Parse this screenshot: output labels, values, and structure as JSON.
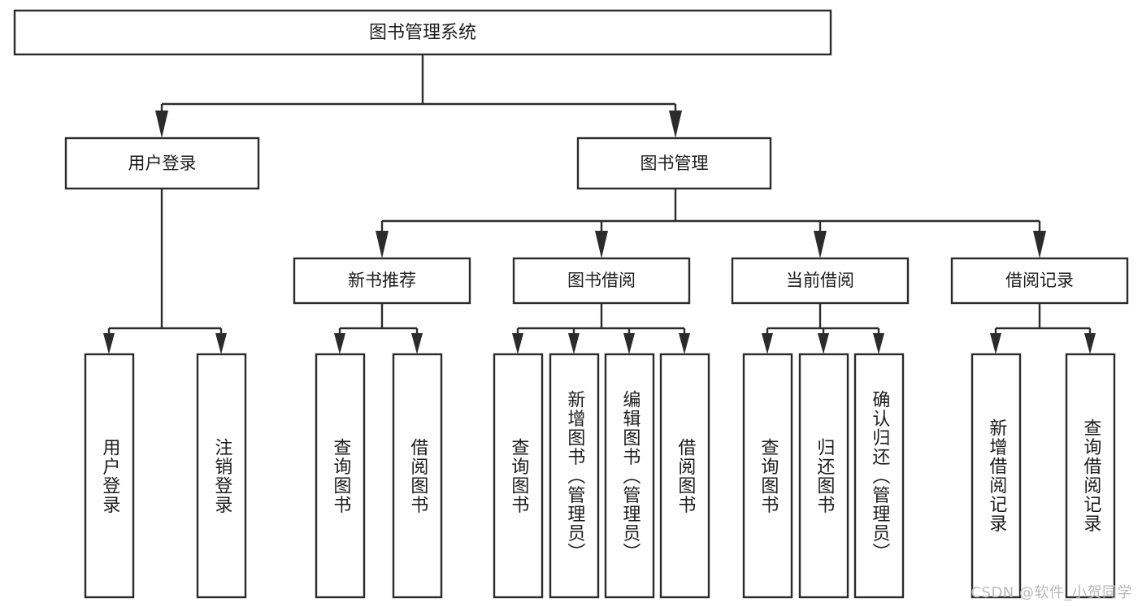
{
  "diagram": {
    "type": "hierarchy-tree",
    "title": "图书管理系统",
    "watermark": "CSDN @软件_小贺同学",
    "root": {
      "id": "root",
      "label": "图书管理系统",
      "orientation": "horizontal"
    },
    "level2": [
      {
        "id": "user-login",
        "label": "用户登录",
        "orientation": "horizontal"
      },
      {
        "id": "book-manage",
        "label": "图书管理",
        "orientation": "horizontal"
      }
    ],
    "level3": [
      {
        "id": "new-book-recommend",
        "label": "新书推荐",
        "parent": "book-manage",
        "orientation": "horizontal"
      },
      {
        "id": "book-borrow",
        "label": "图书借阅",
        "parent": "book-manage",
        "orientation": "horizontal"
      },
      {
        "id": "current-borrow",
        "label": "当前借阅",
        "parent": "book-manage",
        "orientation": "horizontal"
      },
      {
        "id": "borrow-record",
        "label": "借阅记录",
        "parent": "book-manage",
        "orientation": "horizontal"
      }
    ],
    "leaves": [
      {
        "id": "leaf-user-login",
        "label": "用户登录",
        "parent": "user-login",
        "orientation": "vertical"
      },
      {
        "id": "leaf-user-logout",
        "label": "注销登录",
        "parent": "user-login",
        "orientation": "vertical"
      },
      {
        "id": "leaf-query-book-1",
        "label": "查询图书",
        "parent": "new-book-recommend",
        "orientation": "vertical"
      },
      {
        "id": "leaf-borrow-book-1",
        "label": "借阅图书",
        "parent": "new-book-recommend",
        "orientation": "vertical"
      },
      {
        "id": "leaf-query-book-2",
        "label": "查询图书",
        "parent": "book-borrow",
        "orientation": "vertical"
      },
      {
        "id": "leaf-add-book",
        "label": "新增图书（管理员）",
        "parent": "book-borrow",
        "orientation": "vertical"
      },
      {
        "id": "leaf-edit-book",
        "label": "编辑图书（管理员）",
        "parent": "book-borrow",
        "orientation": "vertical"
      },
      {
        "id": "leaf-borrow-book-2",
        "label": "借阅图书",
        "parent": "book-borrow",
        "orientation": "vertical"
      },
      {
        "id": "leaf-query-book-3",
        "label": "查询图书",
        "parent": "current-borrow",
        "orientation": "vertical"
      },
      {
        "id": "leaf-return-book",
        "label": "归还图书",
        "parent": "current-borrow",
        "orientation": "vertical"
      },
      {
        "id": "leaf-confirm-return",
        "label": "确认归还（管理员）",
        "parent": "current-borrow",
        "orientation": "vertical"
      },
      {
        "id": "leaf-add-record",
        "label": "新增借阅记录",
        "parent": "borrow-record",
        "orientation": "vertical"
      },
      {
        "id": "leaf-query-record",
        "label": "查询借阅记录",
        "parent": "borrow-record",
        "orientation": "vertical"
      }
    ],
    "colors": {
      "box_fill": "#ffffff",
      "box_stroke": "#2b2b2b",
      "text": "#1c1c1c",
      "background": "#ffffff",
      "watermark": "#b9b9b9"
    }
  }
}
